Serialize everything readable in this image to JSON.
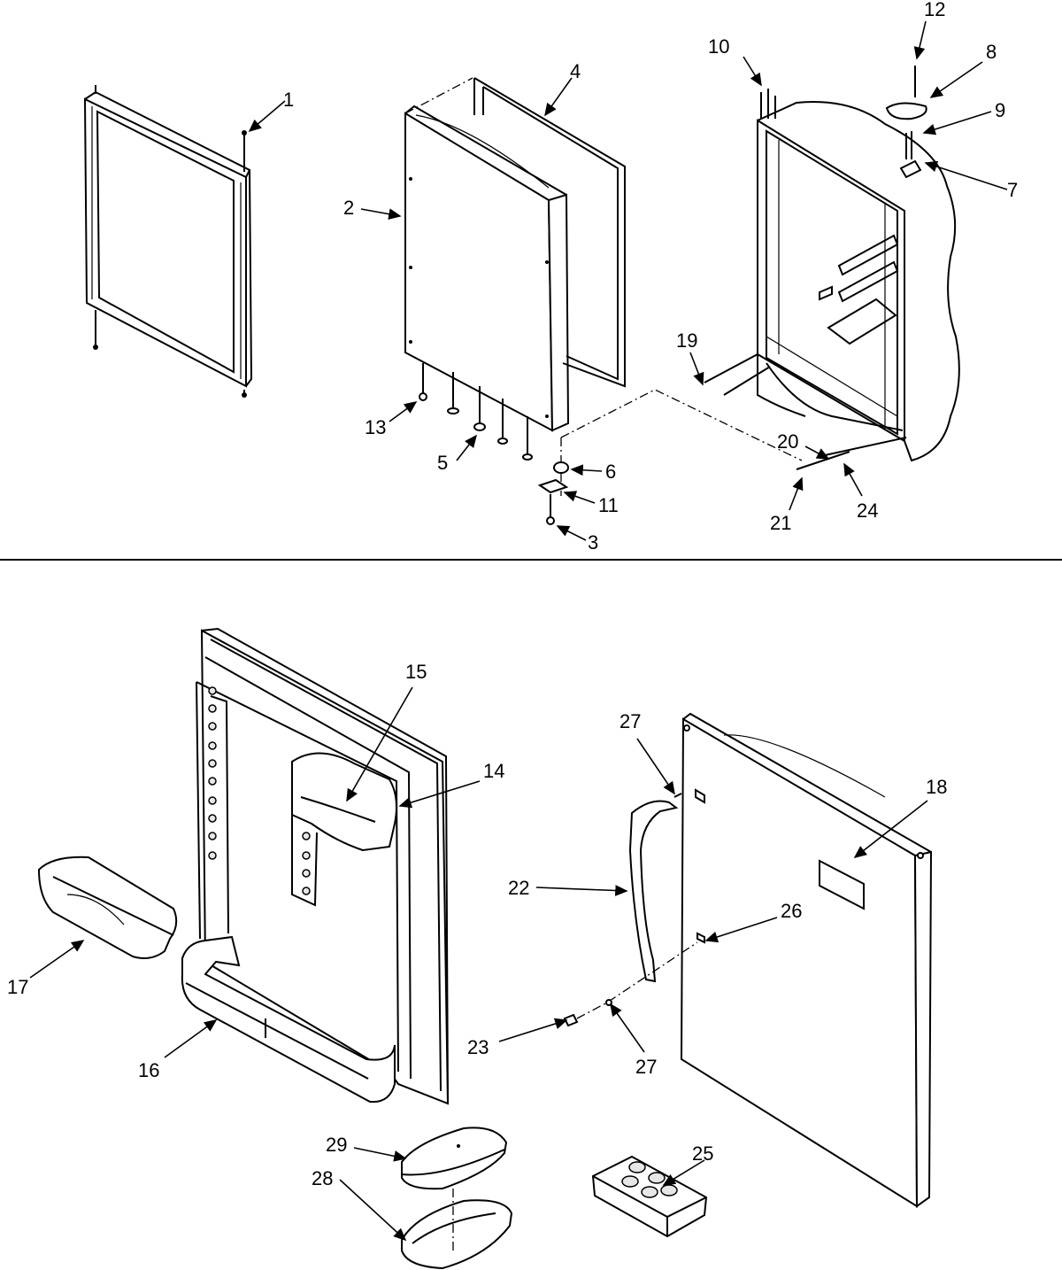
{
  "diagram": {
    "callouts": [
      "1",
      "2",
      "3",
      "4",
      "5",
      "6",
      "7",
      "8",
      "9",
      "10",
      "11",
      "12",
      "13",
      "14",
      "15",
      "16",
      "17",
      "18",
      "19",
      "20",
      "21",
      "22",
      "23",
      "24",
      "25",
      "26",
      "27",
      "27",
      "28",
      "29"
    ]
  }
}
